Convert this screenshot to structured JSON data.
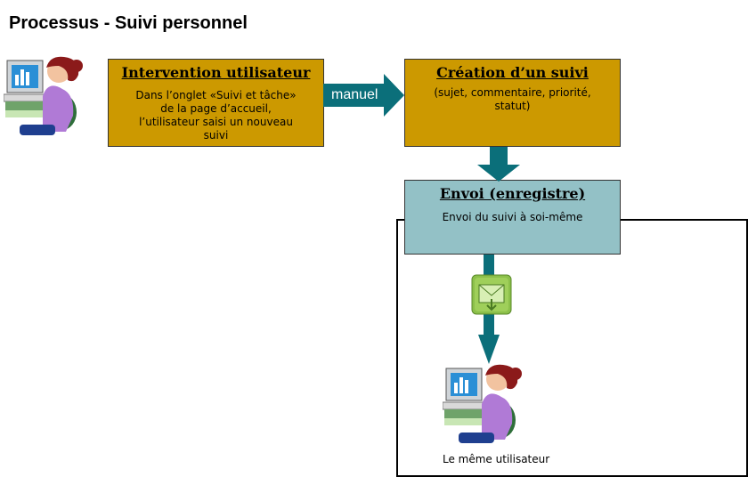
{
  "page_title": "Processus - Suivi personnel",
  "steps": {
    "intervention": {
      "title": "Intervention utilisateur",
      "body": "Dans l’onglet «Suivi et tâche» de la page d’accueil, l’utilisateur saisi un nouveau suivi"
    },
    "creation": {
      "title": "Création d’un suivi",
      "body": "(sujet, commentaire, priorité, statut)"
    },
    "envoi": {
      "title": "Envoi (enregistre)",
      "body": "Envoi du suivi à soi-même"
    }
  },
  "arrow_label": "manuel",
  "recipient_label": "Le même utilisateur",
  "icons": [
    "user-at-computer-icon",
    "email-envelope-icon"
  ],
  "colors": {
    "step_gold": "#cc9900",
    "step_teal": "#93c1c6",
    "arrow_teal": "#0b6f7a",
    "mail_green": "#8cc04a"
  }
}
